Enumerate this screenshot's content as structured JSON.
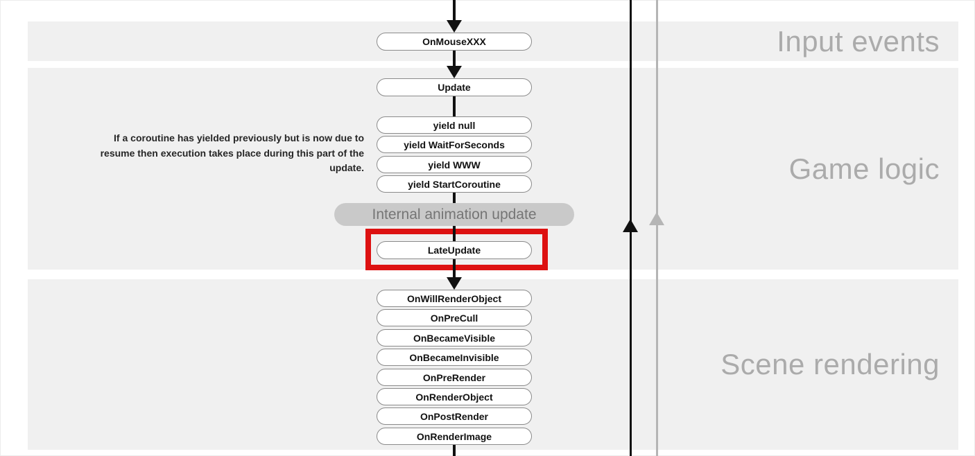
{
  "bands": {
    "input_events": {
      "label": "Input events"
    },
    "game_logic": {
      "label": "Game logic"
    },
    "scene_rendering": {
      "label": "Scene rendering"
    }
  },
  "flow": {
    "on_mouse": "OnMouseXXX",
    "update": "Update",
    "yield_stack": [
      "yield null",
      "yield WaitForSeconds",
      "yield WWW",
      "yield StartCoroutine"
    ],
    "internal_animation_update": "Internal animation update",
    "late_update": "LateUpdate",
    "rendering_stack": [
      "OnWillRenderObject",
      "OnPreCull",
      "OnBecameVisible",
      "OnBecameInvisible",
      "OnPreRender",
      "OnRenderObject",
      "OnPostRender",
      "OnRenderImage"
    ]
  },
  "notes": {
    "coroutine_note_lines": [
      "If a coroutine has yielded previously but is now due to",
      "resume then execution takes place during this part of the",
      "update."
    ]
  },
  "colors": {
    "band_bg": "#f0f0f0",
    "band_label": "#ababab",
    "node_border": "#8a8a8a",
    "node_text": "#111111",
    "highlight_red": "#dd1111",
    "internal_pill_bg": "#c9c9c9",
    "internal_pill_text": "#757575",
    "flow_line": "#111111",
    "gray_line": "#b5b5b5"
  }
}
